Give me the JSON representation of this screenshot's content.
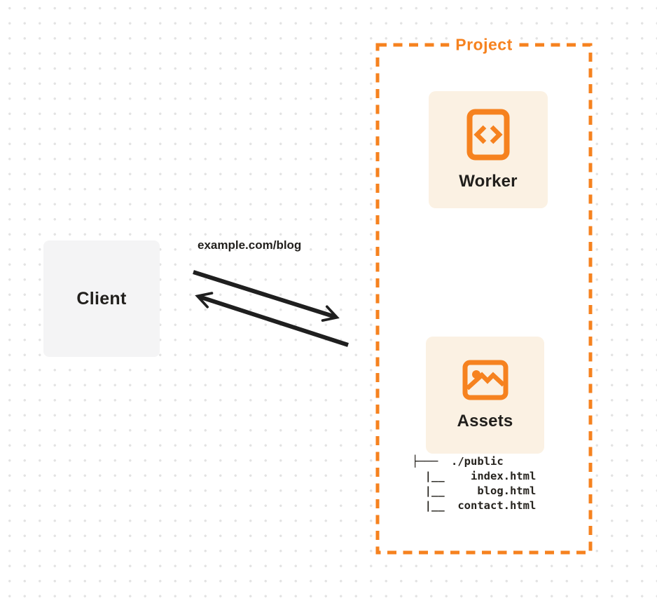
{
  "colors": {
    "accent": "#F6821F",
    "card-bg": "#FBF1E3",
    "client-bg": "#F4F4F5",
    "ink": "#211F1C",
    "arrow": "#1F1F1F",
    "dot": "#E3E3E3"
  },
  "client": {
    "label": "Client"
  },
  "request": {
    "url": "example.com/blog"
  },
  "project": {
    "title": "Project",
    "worker": {
      "label": "Worker",
      "icon": "code-file-icon"
    },
    "assets": {
      "label": "Assets",
      "icon": "image-icon",
      "file_tree": "├───  ./public\n  |__    index.html\n  |__     blog.html\n  |__  contact.html"
    }
  }
}
